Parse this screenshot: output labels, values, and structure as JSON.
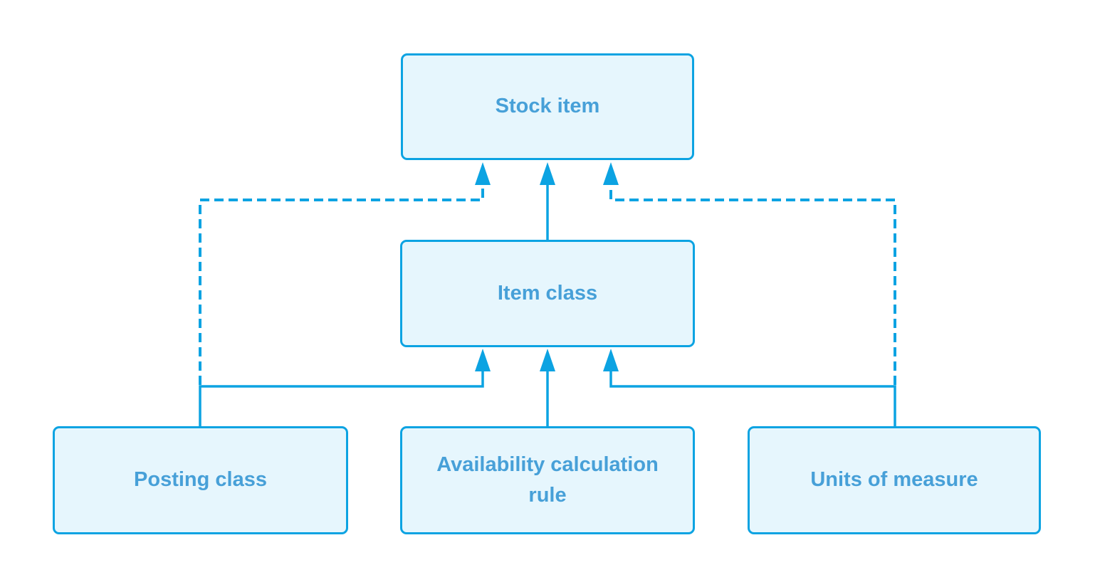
{
  "diagram": {
    "type": "entity-relationship",
    "background_color": "#ffffff",
    "colors": {
      "line": "#0ca3e2",
      "node_fill": "#e6f6fd",
      "node_border": "#0ca3e2",
      "label_text": "#47a0d8"
    },
    "nodes": [
      {
        "id": "stock-item",
        "label": "Stock item"
      },
      {
        "id": "item-class",
        "label": "Item class"
      },
      {
        "id": "posting-class",
        "label": "Posting class"
      },
      {
        "id": "availability-calculation-rule",
        "label": "Availability calculation rule"
      },
      {
        "id": "units-of-measure",
        "label": "Units of measure"
      }
    ],
    "edges": [
      {
        "from": "item-class",
        "to": "stock-item",
        "style": "solid",
        "arrow": "up"
      },
      {
        "from": "posting-class",
        "to": "stock-item",
        "style": "dashed",
        "arrow": "up"
      },
      {
        "from": "units-of-measure",
        "to": "stock-item",
        "style": "dashed",
        "arrow": "up"
      },
      {
        "from": "posting-class",
        "to": "item-class",
        "style": "solid",
        "arrow": "up"
      },
      {
        "from": "availability-calculation-rule",
        "to": "item-class",
        "style": "solid",
        "arrow": "up"
      },
      {
        "from": "units-of-measure",
        "to": "item-class",
        "style": "solid",
        "arrow": "up"
      }
    ]
  }
}
